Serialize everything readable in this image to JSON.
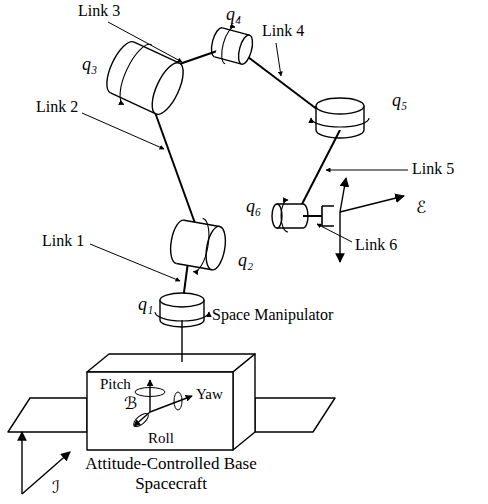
{
  "diagram": {
    "nodes": [
      {
        "text": [
          "Pitch",
          "ℬ",
          "Yaw",
          "Roll",
          "Attitude-Controlled Base Spacecraft"
        ]
      }
    ],
    "labels": [
      "Link 3",
      "q₄",
      "Link 4",
      "q₃",
      "Link 2",
      "q₅",
      "q₂",
      "Link 5",
      "Link 1",
      "q₆",
      "ℰ",
      "Link 6",
      "q₁",
      "Space Manipulator",
      "ℐ"
    ]
  }
}
